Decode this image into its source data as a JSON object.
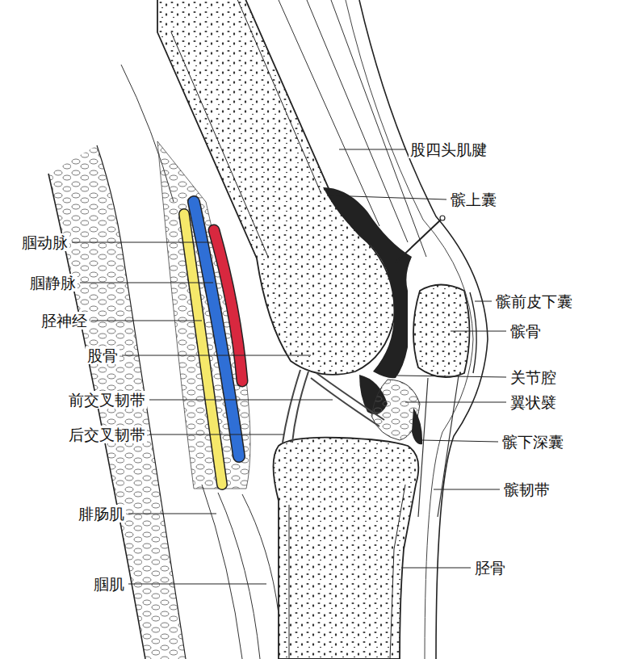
{
  "diagram": {
    "labels": [
      "股四头肌腱",
      "髌上囊",
      "腘动脉",
      "腘静脉",
      "髌前皮下囊",
      "胫神经",
      "髌骨",
      "股骨",
      "关节腔",
      "前交叉韧带",
      "翼状襞",
      "后交叉韧带",
      "髌下深囊",
      "髌韧带",
      "腓肠肌",
      "胫骨",
      "腘肌"
    ]
  }
}
